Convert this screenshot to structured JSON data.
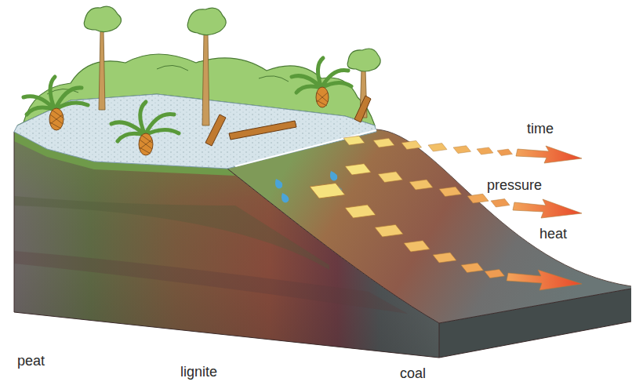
{
  "diagram": {
    "labels": [
      "time",
      "pressure",
      "heat",
      "peat",
      "lignite",
      "coal"
    ]
  }
}
